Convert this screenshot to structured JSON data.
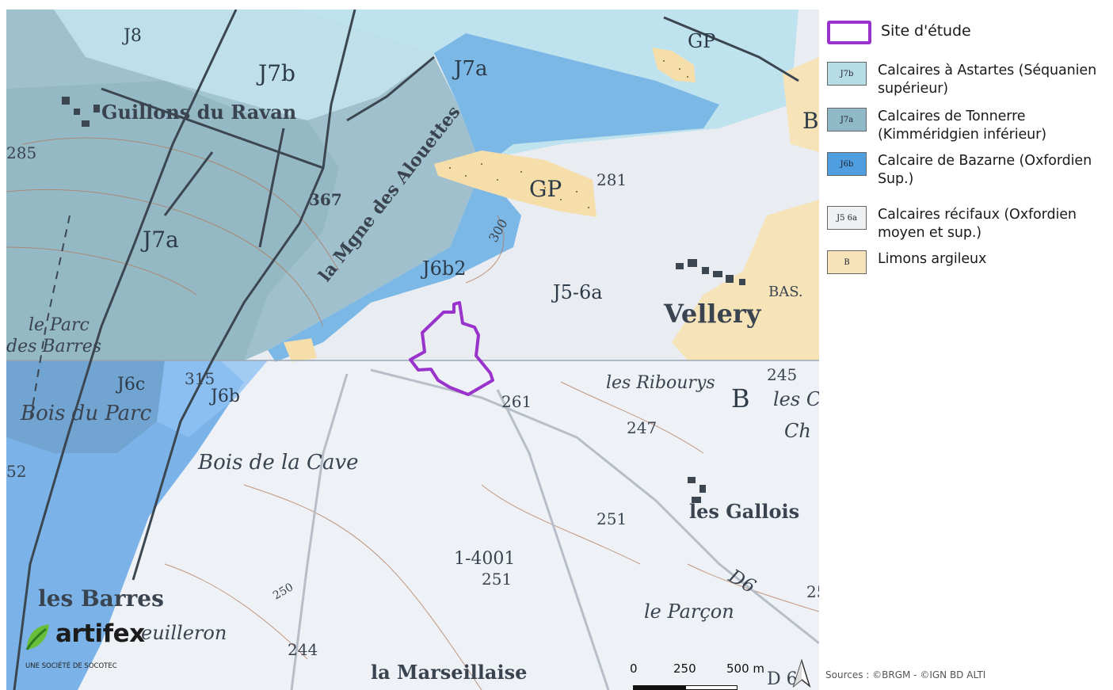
{
  "legend": {
    "site": "Site d'étude",
    "items": [
      {
        "code": "J7b",
        "label": "Calcaires à Astartes (Séquanien supérieur)",
        "color": "#b6dde6"
      },
      {
        "code": "J7a",
        "label": "Calcaires de Tonnerre (Kimméridgien inférieur)",
        "color": "#8fb9c6"
      },
      {
        "code": "J6b",
        "label": "Calcaire de Bazarne (Oxfordien Sup.)",
        "color": "#4f9fe0"
      },
      {
        "code": "J5 6a",
        "label": "Calcaires récifaux (Oxfordien moyen et sup.)",
        "color": "#eef0f2"
      },
      {
        "code": "B",
        "label": "Limons argileux",
        "color": "#f7e3b8"
      }
    ]
  },
  "sources": "Sources : ©BRGM - ©IGN BD ALTI",
  "scale": {
    "labels": [
      "0",
      "250",
      "500 m"
    ]
  },
  "logo": {
    "name": "artifex",
    "tagline": "UNE SOCIÉTÉ DE SOCOTEC"
  },
  "map_labels": {
    "places": [
      "Guillons du Ravan",
      "la Mgne des Alouettes",
      "le Parc",
      "des Barres",
      "Bois du Parc",
      "Bois de la Cave",
      "les Barres",
      "euilleron",
      "la Marseillaise",
      "Vellery",
      "les Ribourys",
      "les Gallois",
      "le Parçon",
      "les C",
      "Ch",
      "BAS."
    ],
    "codes": [
      "J8",
      "J7b",
      "J7a",
      "J7a",
      "J6b2",
      "J5-6a",
      "J6c",
      "J6b",
      "GP",
      "GP",
      "B",
      "B"
    ],
    "elevations": [
      "285",
      "367",
      "281",
      "300",
      "315",
      "261",
      "247",
      "251",
      "251",
      "244",
      "245",
      "250",
      "52",
      "25",
      "1-4001",
      "D6",
      "D 6"
    ]
  }
}
